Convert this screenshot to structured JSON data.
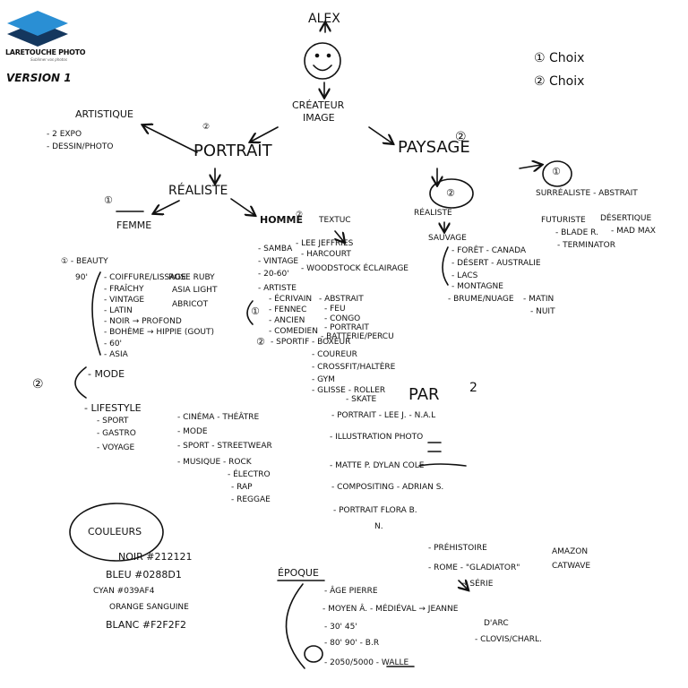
{
  "brand": {
    "name": "LARETOUCHE PHOTO",
    "tagline": "Sublimer vos photos",
    "version": "VERSION 1",
    "colors": {
      "top": "#2a8fd4",
      "bottom": "#14375e"
    }
  },
  "legend": {
    "one": "① Choix",
    "two": "② Choix"
  },
  "root": {
    "name": "ALEX",
    "title_line1": "CRÉATEUR",
    "title_line2": "IMAGE"
  },
  "artistique": {
    "title": "ARTISTIQUE",
    "items": [
      "- 2 EXPO",
      "- DESSIN/PHOTO"
    ]
  },
  "portrait": {
    "title": "PORTRAIT",
    "num": "②",
    "realiste": "RÉALISTE"
  },
  "femme": {
    "title": "FEMME",
    "num": "①",
    "beauty": "① - BEAUTY",
    "nineties": "90'",
    "items": [
      "- COIFFURE/LISSAGE",
      "- FRAÎCHY",
      "- VINTAGE",
      "- LATIN",
      "- NOIR → PROFOND",
      "- BOHÈME → HIPPIE (GOUT)",
      "- 60'",
      "- ASIA"
    ],
    "side": [
      "ROSE RUBY",
      "ASIA LIGHT",
      "ABRICOT"
    ],
    "mode_num": "②",
    "mode": "- MODE",
    "lifestyle": [
      "- LIFESTYLE",
      "- SPORT",
      "- GASTRO",
      "- VOYAGE"
    ]
  },
  "homme": {
    "title": "HOMME",
    "num": "②",
    "items": [
      "- SAMBA",
      "- VINTAGE",
      "- 20-60'",
      "- ARTISTE"
    ],
    "side1": [
      "- LEE JEFFRIES",
      "- HARCOURT"
    ],
    "side2": "- WOODSTOCK ÉCLAIRAGE",
    "textuc": "TEXTUC",
    "group1_num": "①",
    "group1": [
      "- ÉCRIVAIN",
      "- FENNEC",
      "- ANCIEN",
      "- COMEDIEN"
    ],
    "group1_side": [
      "- ABSTRAIT",
      "- FEU",
      "- CONGO",
      "- PORTRAIT",
      "- BATTERIE/PERCU"
    ],
    "group2_num": "②",
    "sportif": "- SPORTIF",
    "sport_side": [
      "- BOXEUR",
      "- COUREUR",
      "- CROSSFIT/HALTÈRE",
      "- GYM",
      "- GLISSE - ROLLER",
      "- SKATE"
    ]
  },
  "paysage": {
    "title": "PAYSAGE",
    "num": "②",
    "realiste": "RÉALISTE",
    "num2": "②",
    "sauvage": "SAUVAGE",
    "items": [
      "- FORÊT - CANADA",
      "- DÉSERT - AUSTRALIE",
      "- LACS",
      "- MONTAGNE",
      "- BRUME/NUAGE"
    ],
    "brume_side": [
      "- MATIN",
      "- NUIT"
    ],
    "surr_num": "①",
    "surreal": "SURRÉALISTE - ABSTRAIT",
    "futuriste": [
      "FUTURISTE",
      "- BLADE R.",
      "- TERMINATOR"
    ],
    "desertique": [
      "DÉSERTIQUE",
      "- MAD MAX"
    ]
  },
  "cinema": {
    "items": [
      "- CINÉMA - THÉÂTRE",
      "- MODE",
      "- SPORT - STREETWEAR",
      "- MUSIQUE - ROCK"
    ],
    "musique": [
      "- ÉLECTRO",
      "- RAP",
      "- REGGAE"
    ]
  },
  "par": {
    "title": "PAR",
    "num": "2",
    "items": [
      "- PORTRAIT - LEE J. - N.A.L",
      "- ILLUSTRATION PHOTO",
      "- MATTE P. DYLAN COLE",
      "- COMPOSITING - ADRIAN S.",
      "- PORTRAIT FLORA B.",
      "N."
    ]
  },
  "couleurs": {
    "title": "COULEURS",
    "items": [
      "NOIR #212121",
      "BLEU #0288D1",
      "CYAN #039AF4",
      "ORANGE SANGUINE",
      "BLANC #F2F2F2"
    ]
  },
  "epoque": {
    "title": "ÉPOQUE",
    "items": [
      "- ÂGE PIERRE",
      "- MOYEN Â. - MÉDIÉVAL → JEANNE",
      "D'ARC",
      "- 30' 45'",
      "- 80' 90' - B.R",
      "- CLOVIS/CHARL.",
      "- 2050/5000 - WALLE"
    ],
    "prehistoire": "- PRÉHISTOIRE",
    "amazon": "AMAZON",
    "catwave": "CATWAVE",
    "rome": "- ROME - \"GLADIATOR\"",
    "serie": "→ SÉRIE"
  }
}
